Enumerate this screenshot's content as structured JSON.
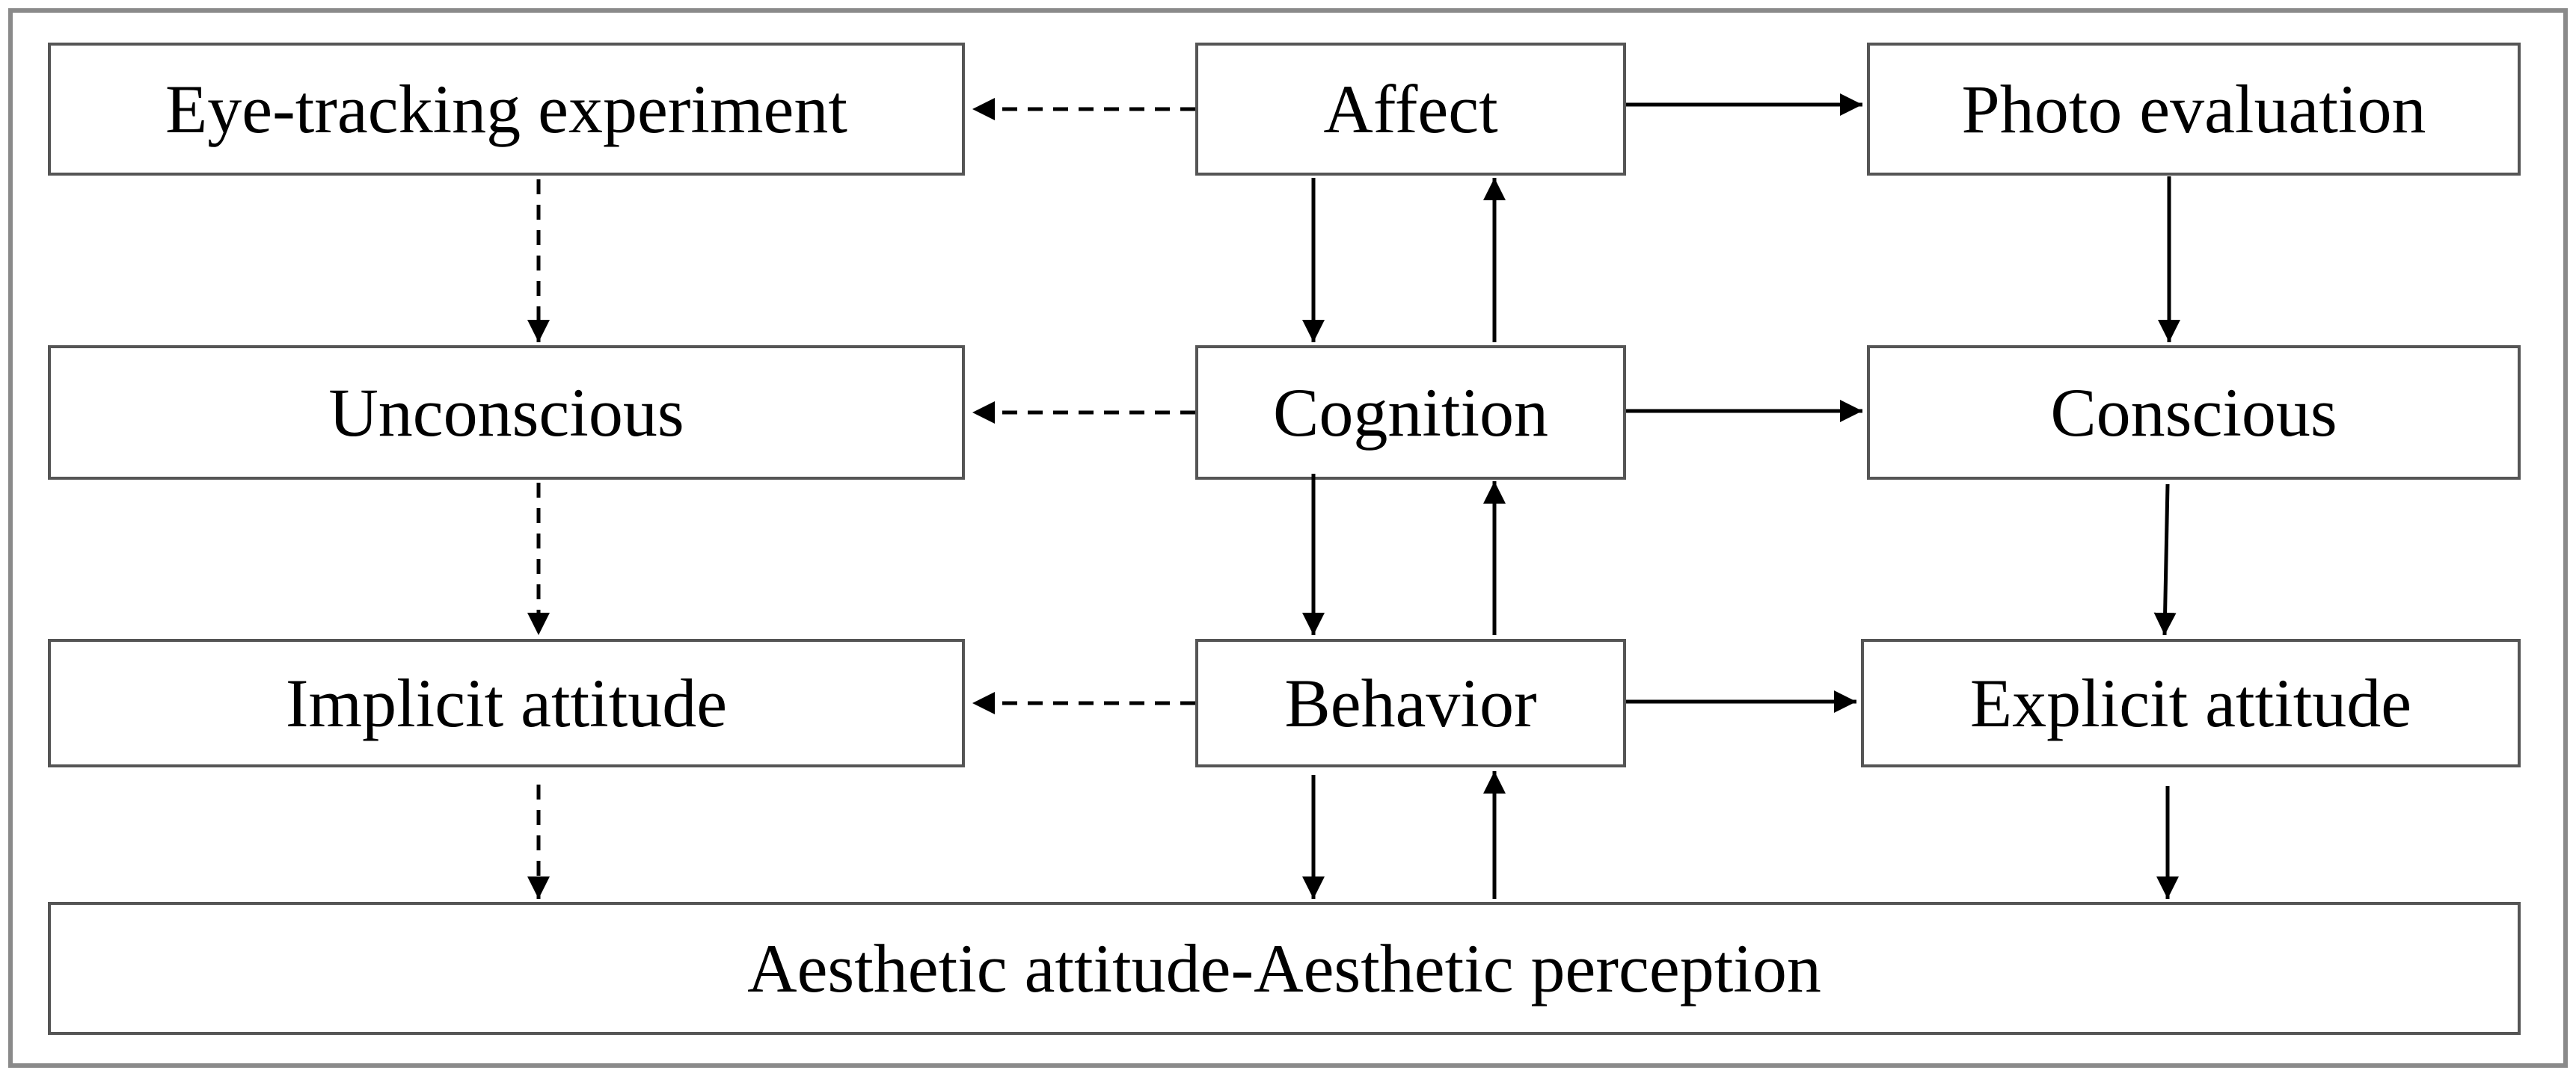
{
  "nodes": {
    "eye_tracking": "Eye-tracking experiment",
    "affect": "Affect",
    "photo_evaluation": "Photo evaluation",
    "unconscious": "Unconscious",
    "cognition": "Cognition",
    "conscious": "Conscious",
    "implicit_attitude": "Implicit attitude",
    "behavior": "Behavior",
    "explicit_attitude": "Explicit attitude",
    "aesthetic": "Aesthetic attitude-Aesthetic perception"
  },
  "edges": [
    {
      "from": "affect",
      "to": "eye_tracking",
      "style": "dashed"
    },
    {
      "from": "affect",
      "to": "photo_evaluation",
      "style": "solid"
    },
    {
      "from": "cognition",
      "to": "unconscious",
      "style": "dashed"
    },
    {
      "from": "cognition",
      "to": "conscious",
      "style": "solid"
    },
    {
      "from": "behavior",
      "to": "implicit_attitude",
      "style": "dashed"
    },
    {
      "from": "behavior",
      "to": "explicit_attitude",
      "style": "solid"
    },
    {
      "from": "eye_tracking",
      "to": "unconscious",
      "style": "dashed"
    },
    {
      "from": "unconscious",
      "to": "implicit_attitude",
      "style": "dashed"
    },
    {
      "from": "implicit_attitude",
      "to": "aesthetic",
      "style": "dashed"
    },
    {
      "from": "photo_evaluation",
      "to": "conscious",
      "style": "solid"
    },
    {
      "from": "conscious",
      "to": "explicit_attitude",
      "style": "solid"
    },
    {
      "from": "explicit_attitude",
      "to": "aesthetic",
      "style": "solid"
    },
    {
      "from": "affect",
      "to": "cognition",
      "style": "solid"
    },
    {
      "from": "cognition",
      "to": "affect",
      "style": "solid"
    },
    {
      "from": "cognition",
      "to": "behavior",
      "style": "solid"
    },
    {
      "from": "behavior",
      "to": "cognition",
      "style": "solid"
    },
    {
      "from": "behavior",
      "to": "aesthetic",
      "style": "solid"
    },
    {
      "from": "aesthetic",
      "to": "behavior",
      "style": "solid"
    }
  ]
}
